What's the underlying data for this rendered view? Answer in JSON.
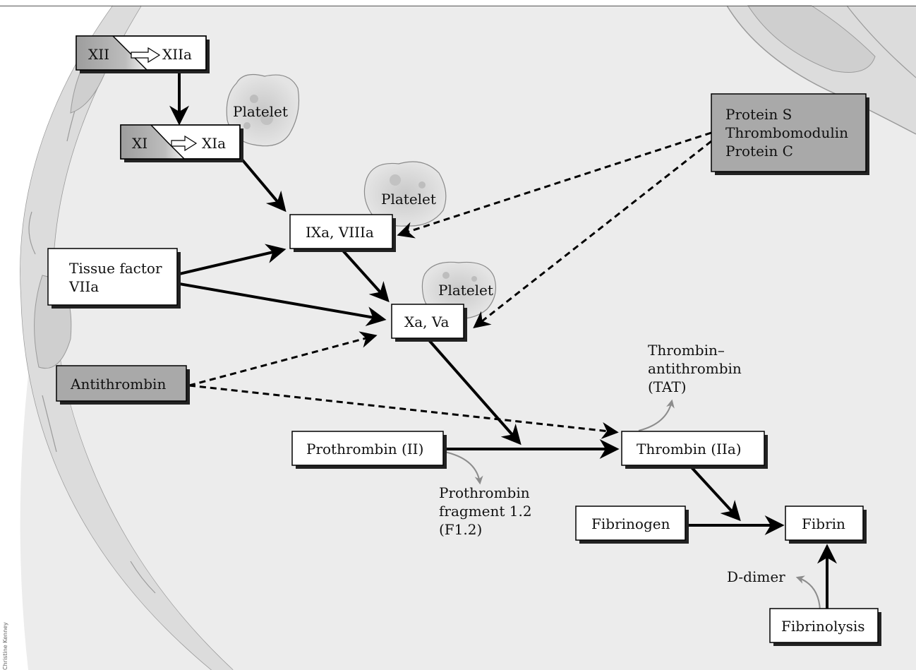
{
  "nodes": {
    "xii": {
      "left": "XII",
      "right": "XIIa"
    },
    "xi": {
      "left": "XI",
      "right": "XIa"
    },
    "ixa_viiia": "IXa, VIIIa",
    "tissue_factor": [
      "Tissue factor",
      "VIIa"
    ],
    "xa_va": "Xa, Va",
    "antithrombin": "Antithrombin",
    "prothrombin": "Prothrombin (II)",
    "thrombin": "Thrombin (IIa)",
    "fibrinogen": "Fibrinogen",
    "fibrin": "Fibrin",
    "fibrinolysis": "Fibrinolysis",
    "protein_group": [
      "Protein S",
      "Thrombomodulin",
      "Protein C"
    ]
  },
  "platelets": [
    "Platelet",
    "Platelet",
    "Platelet"
  ],
  "byproducts": {
    "tat": [
      "Thrombin–",
      "antithrombin",
      "(TAT)"
    ],
    "f12": [
      "Prothrombin",
      "fragment 1.2",
      "(F1.2)"
    ],
    "ddimer": "D-dimer"
  },
  "credit": "Christine Kenney",
  "colors": {
    "vessel_fill": "#ececec",
    "vessel_wall": "#dcdcdc",
    "gray_box": "#a9a9a9",
    "platelet_fill": "#e2e2e2",
    "arrow": "#000000",
    "byproduct_arrow": "#8c8c8c"
  }
}
